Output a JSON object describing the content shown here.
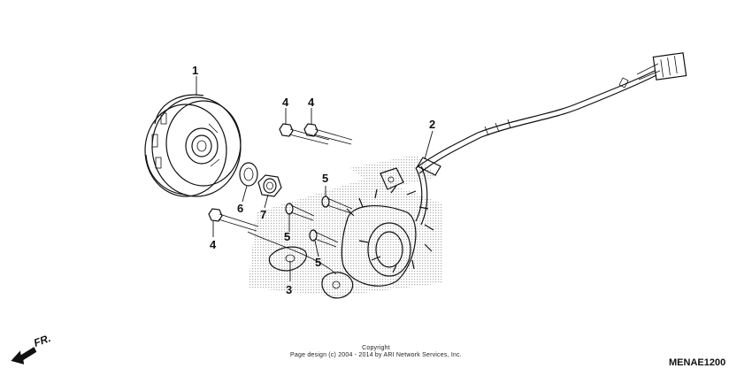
{
  "callouts": {
    "c1": "1",
    "c2": "2",
    "c3": "3",
    "c4a": "4",
    "c4b": "4",
    "c4c": "4",
    "c5a": "5",
    "c5b": "5",
    "c5c": "5",
    "c6": "6",
    "c7": "7"
  },
  "direction_label": "FR.",
  "copyright_line1": "Copyright",
  "copyright_line2": "Page design (c) 2004 - 2014 by ARI Network Services, Inc.",
  "diagram_code": "MENAE1200"
}
